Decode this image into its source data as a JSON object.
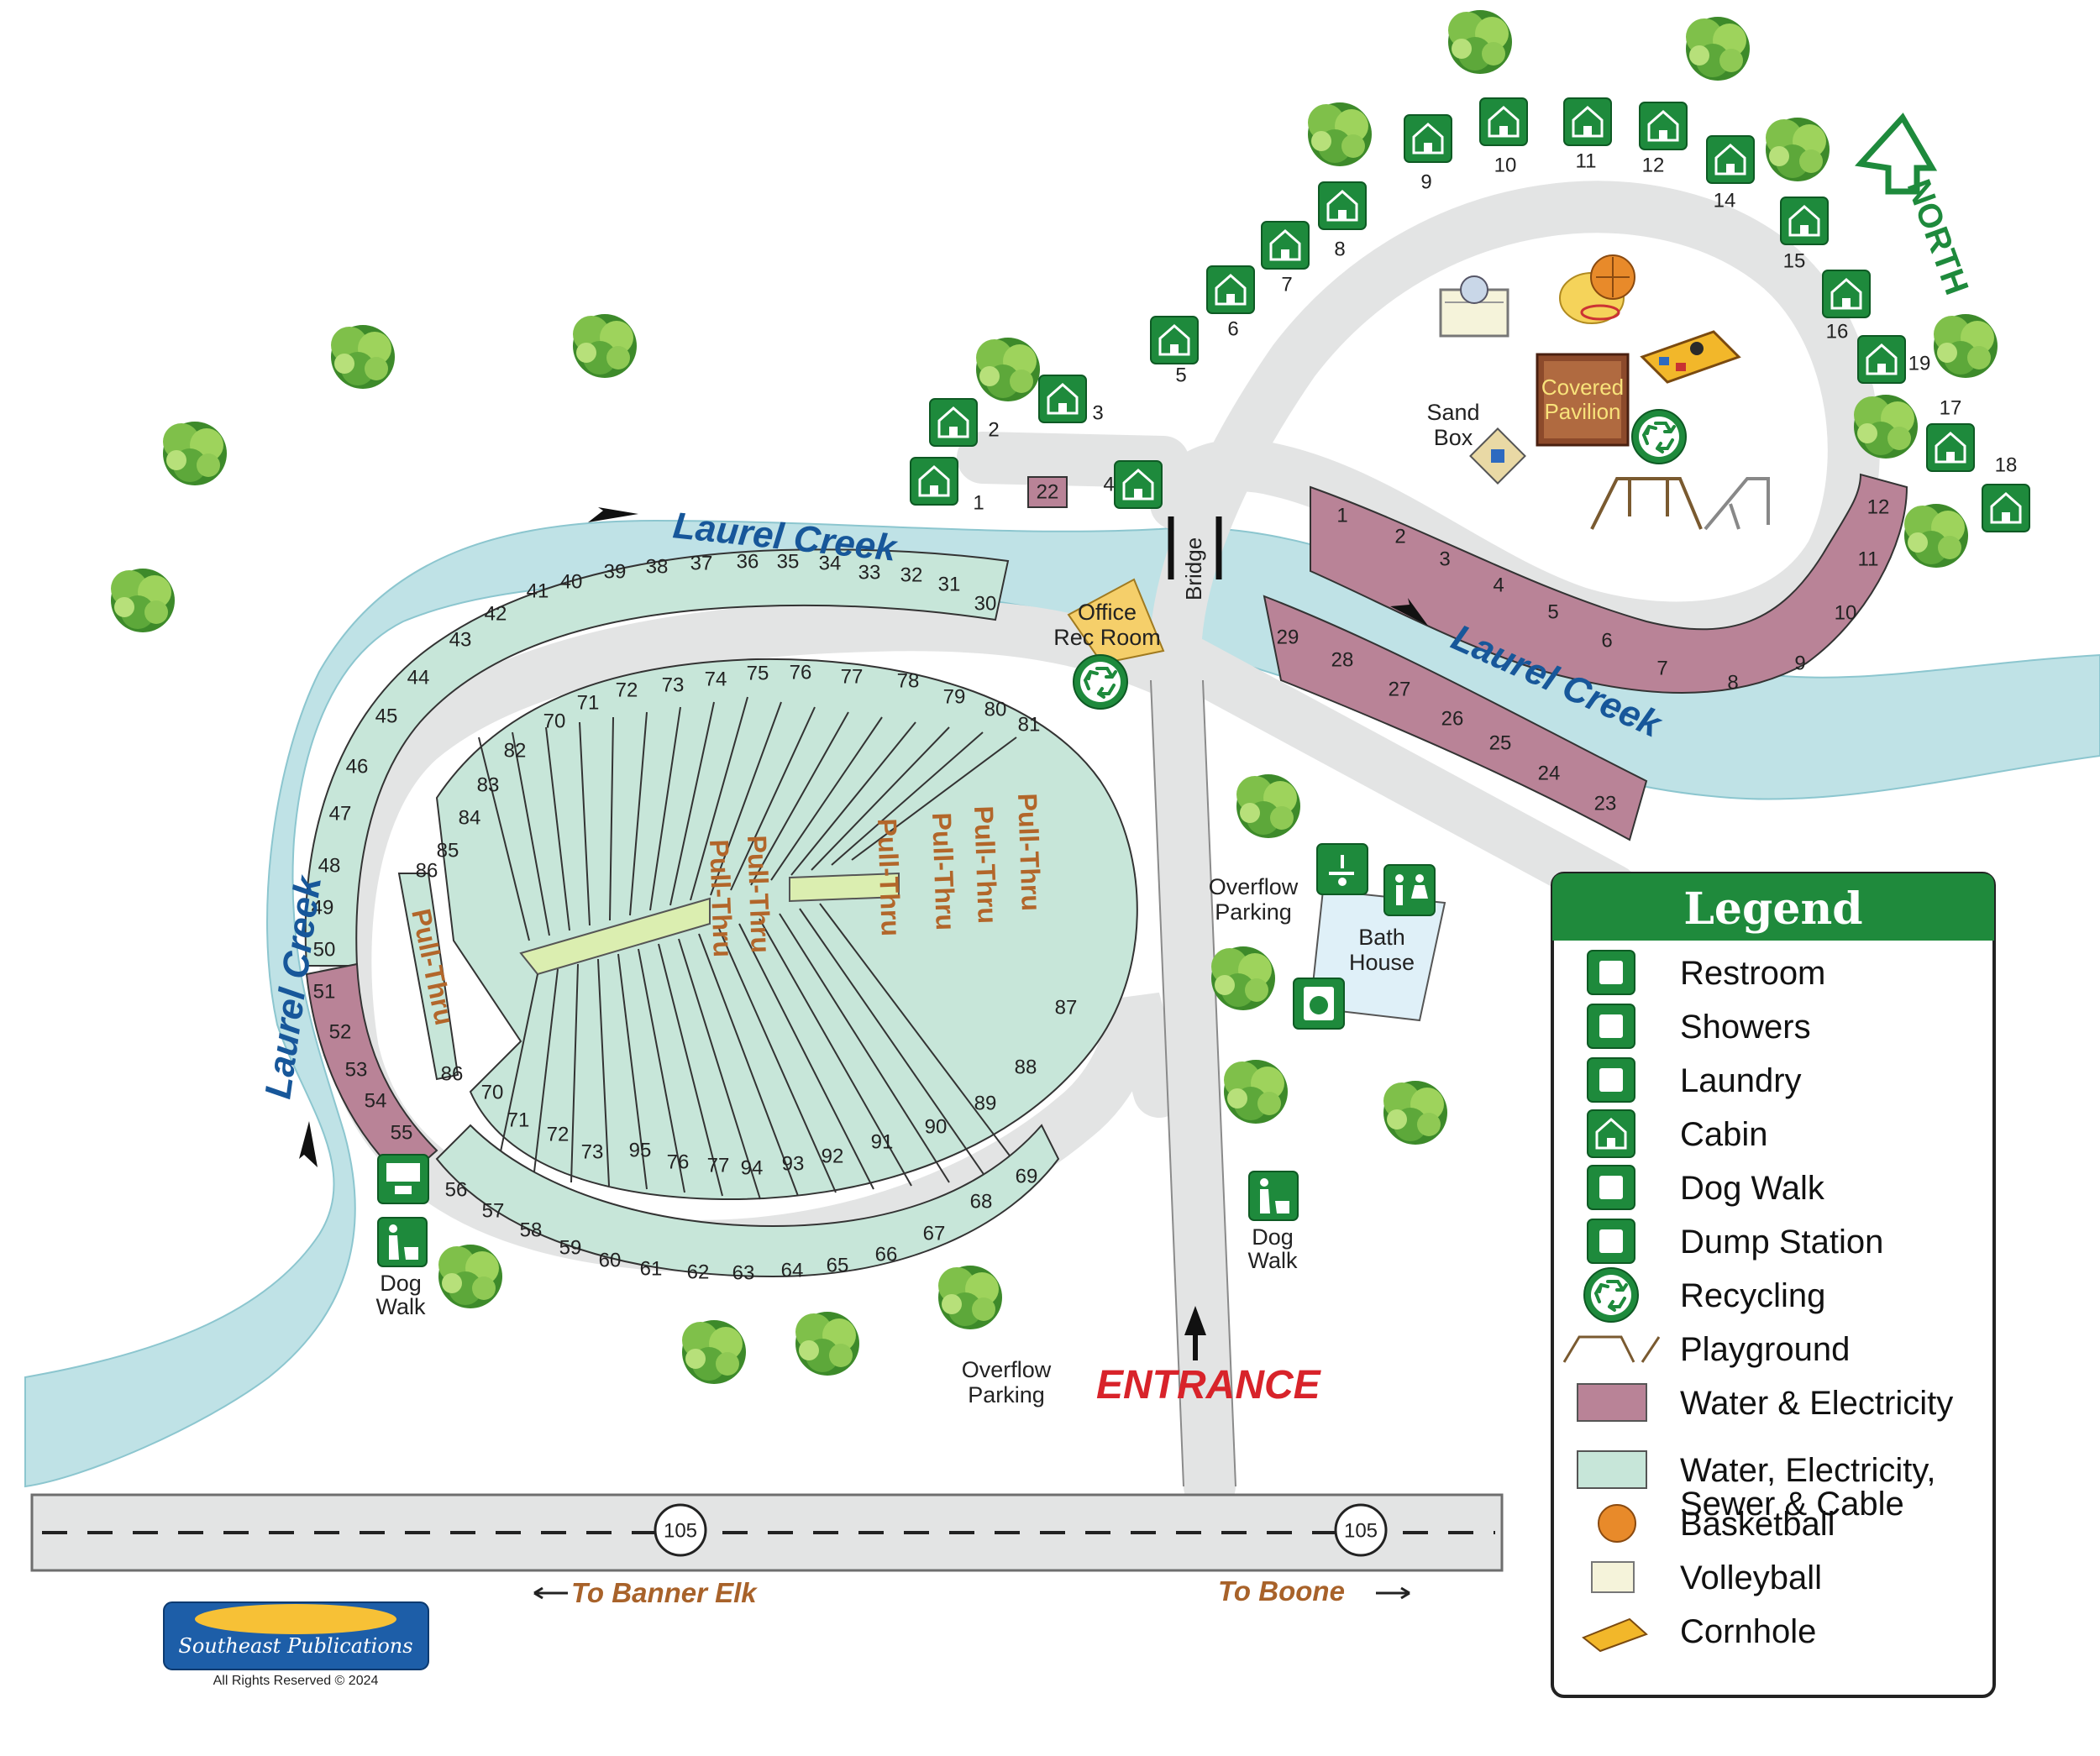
{
  "creek_name": "Laurel Creek",
  "north_label": "NORTH",
  "bridge_label": "Bridge",
  "office_label": [
    "Office",
    "Rec Room"
  ],
  "covered_pavilion_label": [
    "Covered",
    "Pavilion"
  ],
  "sand_box_label": [
    "Sand",
    "Box"
  ],
  "bath_house_label": [
    "Bath",
    "House"
  ],
  "overflow_parking_label": [
    "Overflow",
    "Parking"
  ],
  "dog_walk_label": [
    "Dog",
    "Walk"
  ],
  "pull_thru_label": "Pull-Thru",
  "entrance_label": "ENTRANCE",
  "highway_number": "105",
  "to_banner_elk": "To Banner Elk",
  "to_boone": "To Boone",
  "publisher": "Southeast Publications",
  "copyright": "All Rights Reserved © 2024",
  "legend": {
    "title": "Legend",
    "items": [
      {
        "label": "Restroom",
        "icon": "restroom-icon"
      },
      {
        "label": "Showers",
        "icon": "showers-icon"
      },
      {
        "label": "Laundry",
        "icon": "laundry-icon"
      },
      {
        "label": "Cabin",
        "icon": "cabin-icon"
      },
      {
        "label": "Dog Walk",
        "icon": "dog-walk-icon"
      },
      {
        "label": "Dump Station",
        "icon": "dump-station-icon"
      },
      {
        "label": "Recycling",
        "icon": "recycling-icon"
      },
      {
        "label": "Playground",
        "icon": "playground-icon"
      },
      {
        "label": "Water & Electricity",
        "icon": "water-electric-swatch"
      },
      {
        "label": "Water, Electricity,",
        "label2": "Sewer & Cable",
        "icon": "full-hookup-swatch"
      },
      {
        "label": "Basketball",
        "icon": "basketball-icon"
      },
      {
        "label": "Volleyball",
        "icon": "volleyball-icon"
      },
      {
        "label": "Cornhole",
        "icon": "cornhole-icon"
      }
    ]
  },
  "colors": {
    "water_electric": "#b98397",
    "full_hookup": "#c7e6d9",
    "creek": "#bfe2e6",
    "road": "#e3e4e4",
    "icon_green": "#1e8a3c",
    "legend_header": "#1f8a3c"
  },
  "cabins": [
    "1",
    "2",
    "3",
    "4",
    "5",
    "6",
    "7",
    "8",
    "9",
    "10",
    "11",
    "12",
    "14",
    "15",
    "16",
    "17",
    "18",
    "19"
  ],
  "sites": {
    "upper_arc": [
      "30",
      "31",
      "32",
      "33",
      "34",
      "35",
      "36",
      "37",
      "38",
      "39",
      "40",
      "41",
      "42",
      "43",
      "44",
      "45",
      "46",
      "47",
      "48",
      "49",
      "50"
    ],
    "lower_arc": [
      "56",
      "57",
      "58",
      "59",
      "60",
      "61",
      "62",
      "63",
      "64",
      "65",
      "66",
      "67",
      "68",
      "69"
    ],
    "west_we": [
      "51",
      "52",
      "53",
      "54",
      "55"
    ],
    "north_we": [
      "1",
      "2",
      "3",
      "4",
      "5",
      "6",
      "7",
      "8",
      "9",
      "10",
      "11",
      "12"
    ],
    "south_we": [
      "29",
      "28",
      "27",
      "26",
      "25",
      "24",
      "23"
    ],
    "inner_top": [
      "81",
      "80",
      "79",
      "78",
      "77",
      "76",
      "75",
      "74",
      "73",
      "72",
      "71",
      "70"
    ],
    "inner_bottom": [
      "87",
      "88",
      "89",
      "90",
      "91",
      "92",
      "93",
      "94",
      "77",
      "76",
      "95",
      "73",
      "72",
      "71",
      "70"
    ],
    "inner_left": [
      "82",
      "83",
      "84",
      "85",
      "86",
      "86"
    ],
    "site_22": "22"
  }
}
